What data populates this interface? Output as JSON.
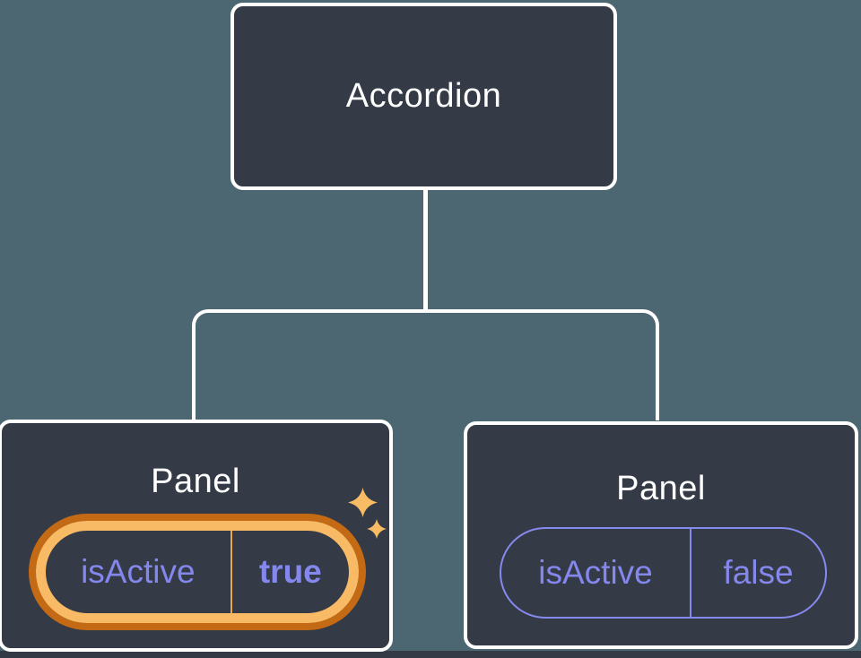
{
  "tree": {
    "root": {
      "label": "Accordion"
    },
    "panels": [
      {
        "label": "Panel",
        "prop_name": "isActive",
        "prop_value": "true",
        "state": "active",
        "highlighted": true
      },
      {
        "label": "Panel",
        "prop_name": "isActive",
        "prop_value": "false",
        "state": "inactive",
        "highlighted": false
      }
    ]
  },
  "icons": {
    "sparkles": "sparkles-icon (two four-point stars)",
    "glyph": "✦"
  },
  "colors": {
    "background": "#4d6772",
    "node_fill": "#343a46",
    "node_border": "#ffffff",
    "node_text": "#ffffff",
    "connector": "#ffffff",
    "prop_text": "#8487ec",
    "inactive_pill_border": "#8689ee",
    "active_ring_outer": "#c46a14",
    "active_ring_inner": "#f8ba64",
    "active_divider": "#eda645",
    "sparkle": "#f8bd64",
    "bottom_band": "#343a46"
  }
}
